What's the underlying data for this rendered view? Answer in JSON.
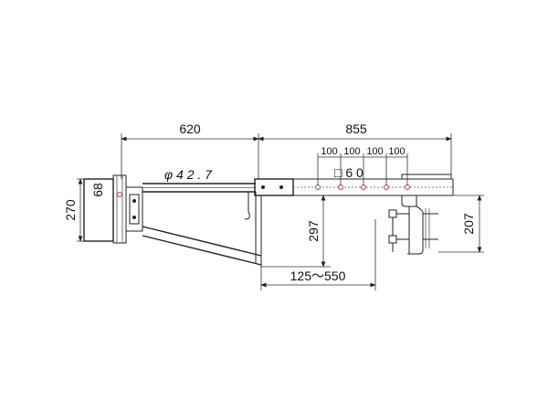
{
  "dimensions": {
    "arm_length": "620",
    "beam_length": "855",
    "pitch_1": "100",
    "pitch_2": "100",
    "pitch_3": "100",
    "pitch_4": "100",
    "pipe_diameter": "φ 4 2 . 7",
    "square_section": "□ 6 0",
    "wall_plate_height": "270",
    "wall_plate_width": "68",
    "drop_height": "297",
    "clamp_height": "207",
    "adjust_range": "125～550"
  },
  "colors": {
    "line": "#222222",
    "hole": "#dd3333"
  }
}
